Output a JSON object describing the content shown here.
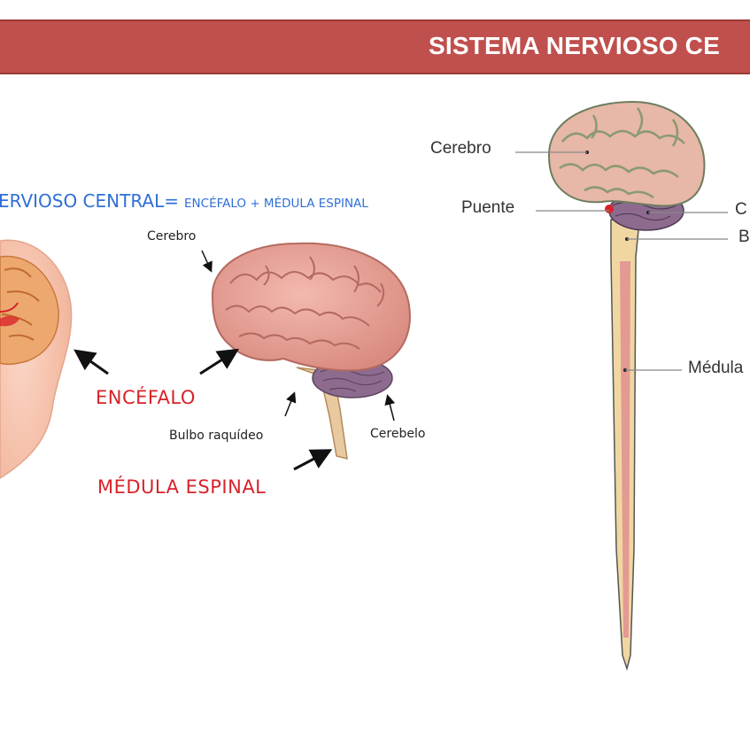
{
  "banner": {
    "title": "SISTEMA NERVIOSO CE"
  },
  "left": {
    "formula_main": "ERVIOSO CENTRAL=",
    "formula_detail": "ENCÉFALO + MÉDULA ESPINAL",
    "label_cerebro": "Cerebro",
    "label_bulbo": "Bulbo raquídeo",
    "label_cerebelo": "Cerebelo",
    "label_encefalo": "ENCÉFALO",
    "label_medula": "MÉDULA ESPINAL"
  },
  "right": {
    "label_cerebro": "Cerebro",
    "label_puente": "Puente",
    "label_cerebelo_cut": "C",
    "label_bulbo_cut": "B",
    "label_medula_cut": "Médula"
  },
  "colors": {
    "banner": "#c0504d",
    "formula": "#2f6fd6",
    "red_labels": "#d8232a",
    "brain": "#eaa49a",
    "cerebellum": "#8c6b8f",
    "spine": "#e0a490"
  }
}
